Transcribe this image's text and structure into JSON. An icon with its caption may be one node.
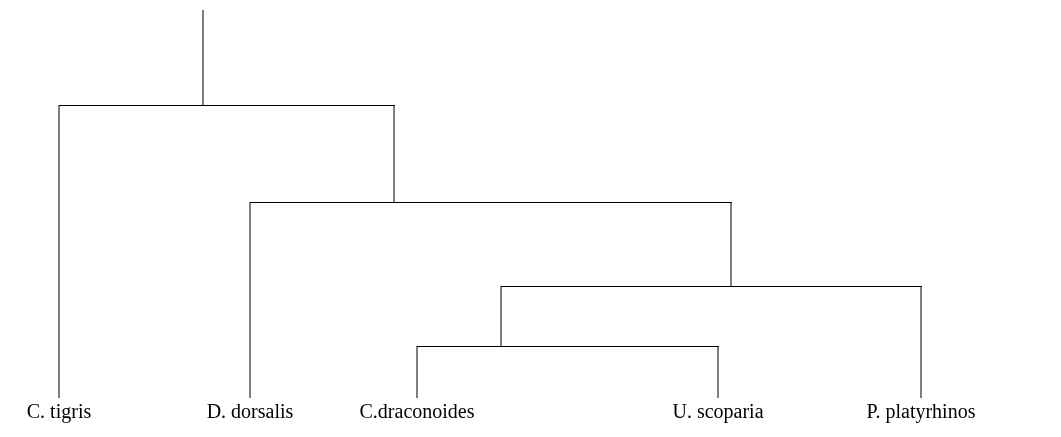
{
  "diagram": {
    "nodes": [
      {
        "text": [
          "C. tigris"
        ]
      },
      {
        "text": [
          "D. dorsalis"
        ]
      },
      {
        "text": [
          "C.draconoides"
        ]
      },
      {
        "text": [
          "U. scoparia"
        ]
      },
      {
        "text": [
          "P. platyrhinos"
        ]
      },
      {
        "text": [],
        "shape": "bar"
      },
      {
        "text": [],
        "shape": "bar"
      },
      {
        "text": [],
        "shape": "bar"
      },
      {
        "text": [],
        "shape": "bar"
      }
    ],
    "edges": [
      {
        "from": null,
        "to": 5,
        "arrow": "none"
      },
      {
        "from": 5,
        "to": 0,
        "arrow": "none"
      },
      {
        "from": 5,
        "to": 6,
        "arrow": "none"
      },
      {
        "from": 6,
        "to": 1,
        "arrow": "none"
      },
      {
        "from": 6,
        "to": 7,
        "arrow": "none"
      },
      {
        "from": 7,
        "to": 8,
        "arrow": "none"
      },
      {
        "from": 7,
        "to": 4,
        "arrow": "none"
      },
      {
        "from": 8,
        "to": 2,
        "arrow": "none"
      },
      {
        "from": 8,
        "to": 3,
        "arrow": "none"
      }
    ]
  }
}
